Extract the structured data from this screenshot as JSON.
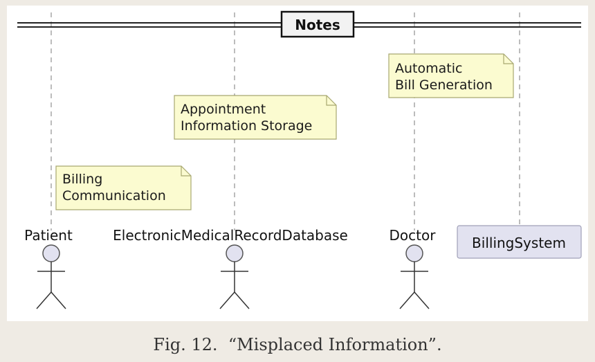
{
  "diagram": {
    "divider_title": "Notes",
    "participants": [
      {
        "name": "Patient",
        "kind": "actor"
      },
      {
        "name": "ElectronicMedicalRecordDatabase",
        "kind": "actor"
      },
      {
        "name": "Doctor",
        "kind": "actor"
      },
      {
        "name": "BillingSystem",
        "kind": "participant"
      }
    ],
    "notes": [
      {
        "lines": [
          "Billing",
          "Communication"
        ],
        "over": "Patient"
      },
      {
        "lines": [
          "Appointment",
          "Information Storage"
        ],
        "over": "ElectronicMedicalRecordDatabase"
      },
      {
        "lines": [
          "Automatic",
          "Bill Generation"
        ],
        "over": "Doctor"
      }
    ]
  },
  "caption": {
    "figure_number": "Fig. 12.",
    "title": "“Misplaced Information”."
  },
  "colors": {
    "note_fill": "#fbfbd0",
    "note_border": "#a8a870",
    "participant_fill": "#e2e2f0",
    "participant_border": "#a0a0b8",
    "actor_fill": "#e2e2f0",
    "lifeline": "#7a7a7a",
    "page_background": "#efebe4"
  }
}
